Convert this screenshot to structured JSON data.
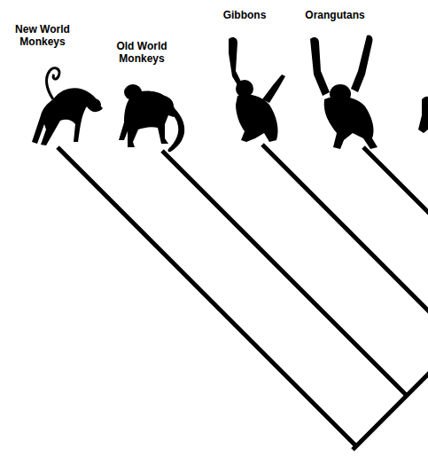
{
  "diagram": {
    "labels": [
      "New World Monkeys",
      "Old World Monkeys",
      "Gibbons",
      "Orangutans"
    ]
  }
}
